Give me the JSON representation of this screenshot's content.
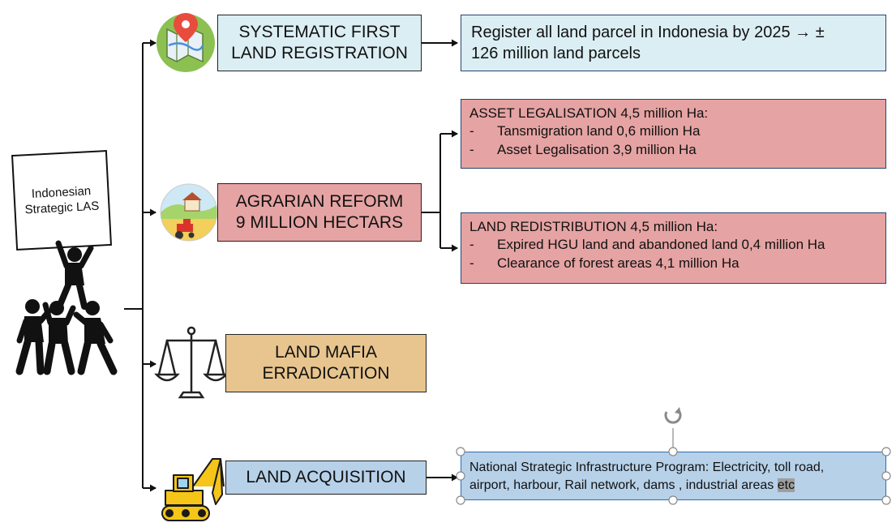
{
  "sign": {
    "line1": "Indonesian",
    "line2": "Strategic LAS"
  },
  "programs": {
    "registration": {
      "line1": "SYSTEMATIC FIRST",
      "line2": "LAND REGISTRATION"
    },
    "agrarian": {
      "line1": "AGRARIAN REFORM",
      "line2": "9 MILLION HECTARS"
    },
    "mafia": {
      "line1": "LAND MAFIA",
      "line2": "ERRADICATION"
    },
    "acquisition": {
      "line1": "LAND ACQUISITION"
    }
  },
  "details": {
    "registration": {
      "line1": "Register all land parcel in Indonesia by 2025 → ±",
      "line2": "126 million land parcels"
    },
    "asset": {
      "title": "ASSET LEGALISATION 4,5 million Ha:",
      "items": [
        "Tansmigration land 0,6 million Ha",
        "Asset Legalisation 3,9 million Ha"
      ]
    },
    "redistribution": {
      "title": "LAND REDISTRIBUTION 4,5 million Ha:",
      "items": [
        "Expired HGU land and abandoned land 0,4 million Ha",
        "Clearance of forest areas 4,1 million Ha"
      ]
    },
    "acquisition": {
      "line1": "National Strategic Infrastructure Program: Electricity, toll road,",
      "line2_main": "airport, harbour, Rail network, dams , industrial areas ",
      "line2_selected": "etc"
    }
  },
  "icons": {
    "map": "map-pin-icon",
    "farm": "farm-tractor-icon",
    "scales": "scales-of-justice-icon",
    "excavator": "excavator-icon",
    "people": "people-lifting-icon",
    "rotate": "rotate-handle-icon"
  },
  "colors": {
    "registration": "#dbeef4",
    "agrarian": "#e6a3a3",
    "mafia": "#e8c58e",
    "acquisition": "#b7d1e9",
    "text_selection": "#9e9e9e"
  }
}
